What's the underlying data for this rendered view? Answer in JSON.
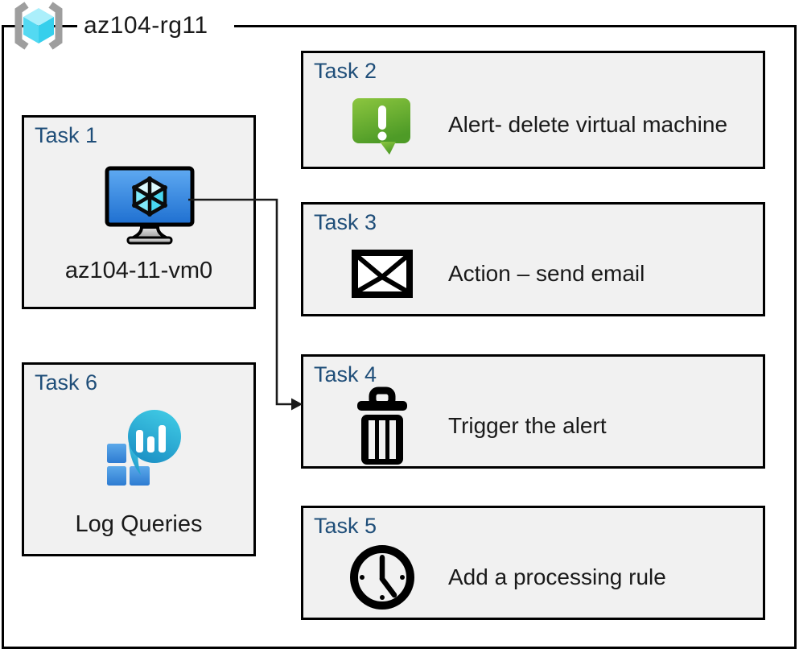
{
  "resource_group": {
    "name": "az104-rg11",
    "icon": "resource-group-icon"
  },
  "tasks": [
    {
      "id": "task-1",
      "title": "Task 1",
      "label": "az104-11-vm0",
      "icon": "virtual-machine-icon"
    },
    {
      "id": "task-2",
      "title": "Task 2",
      "label": "Alert- delete virtual machine",
      "icon": "alert-icon"
    },
    {
      "id": "task-3",
      "title": "Task 3",
      "label": "Action – send email",
      "icon": "email-icon"
    },
    {
      "id": "task-4",
      "title": "Task 4",
      "label": "Trigger the alert",
      "icon": "trash-icon"
    },
    {
      "id": "task-5",
      "title": "Task 5",
      "label": "Add a processing rule",
      "icon": "clock-icon"
    },
    {
      "id": "task-6",
      "title": "Task 6",
      "label": "Log Queries",
      "icon": "log-queries-icon"
    }
  ],
  "connector": {
    "from": "task-1",
    "to": "task-4",
    "style": "elbow-arrow"
  },
  "colors": {
    "task_title_blue": "#1F4E79",
    "box_fill": "#F1F1F1",
    "border_black": "#000000",
    "alert_green_light": "#8CC63F",
    "alert_green_dark": "#4E9B27",
    "vm_screen_blue_light": "#5FAAF2",
    "vm_screen_blue_dark": "#1E6FD0",
    "cube_cyan": "#7FE9F9",
    "log_teal_light": "#3FC9E4",
    "log_teal_dark": "#1B8FC4",
    "log_square_blue_light": "#5CA9EA",
    "log_square_blue_dark": "#2D7BD2",
    "bracket_gray": "#9E9E9E"
  }
}
